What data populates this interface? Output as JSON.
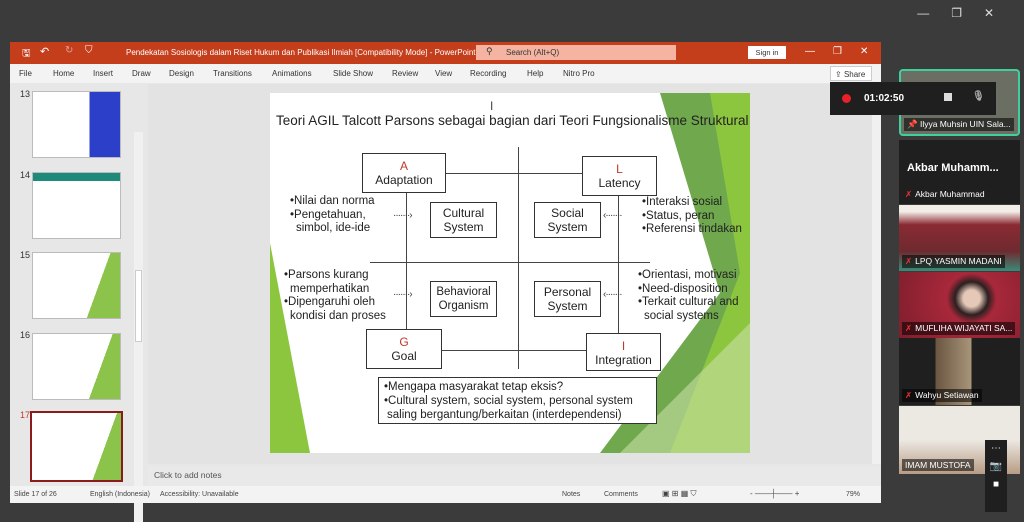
{
  "app": {
    "title": "Pendekatan Sosiologis dalam Riset Hukum dan Publikasi Ilmiah [Compatibility Mode]  -  PowerPoint",
    "search_placeholder": "Search (Alt+Q)",
    "sign_in": "Sign in",
    "share": "Share"
  },
  "menu": [
    "File",
    "Home",
    "Insert",
    "Draw",
    "Design",
    "Transitions",
    "Animations",
    "Slide Show",
    "Review",
    "View",
    "Recording",
    "Help",
    "Nitro Pro"
  ],
  "thumbnails": [
    {
      "num": "13"
    },
    {
      "num": "14"
    },
    {
      "num": "15"
    },
    {
      "num": "16"
    },
    {
      "num": "17",
      "selected": true
    }
  ],
  "slide": {
    "title": "Teori AGIL Talcott Parsons sebagai bagian dari Teori Fungsionalisme Struktural",
    "a": {
      "letter": "A",
      "label": "Adaptation"
    },
    "l": {
      "letter": "L",
      "label": "Latency"
    },
    "g": {
      "letter": "G",
      "label": "Goal"
    },
    "i": {
      "letter": "I",
      "label": "Integration"
    },
    "cultural": [
      "Cultural",
      "System"
    ],
    "social": [
      "Social",
      "System"
    ],
    "behavioral": [
      "Behavioral",
      "Organism"
    ],
    "personal": [
      "Personal",
      "System"
    ],
    "top_left": [
      "•Nilai dan norma",
      "•Pengetahuan,",
      "simbol, ide-ide"
    ],
    "top_right": [
      "•Interaksi sosial",
      "•Status, peran",
      "•Referensi tindakan"
    ],
    "bottom_left": [
      "•Parsons kurang",
      "memperhatikan",
      "•Dipengaruhi oleh",
      "kondisi dan proses"
    ],
    "bottom_right": [
      "•Orientasi, motivasi",
      "•Need-disposition",
      "•Terkait cultural and",
      "social systems"
    ],
    "summary": [
      "•Mengapa masyarakat tetap eksis?",
      "•Cultural system, social system, personal system",
      "saling bergantung/berkaitan (interdependensi)"
    ]
  },
  "notes_placeholder": "Click to add notes",
  "status": {
    "slide": "Slide 17 of 26",
    "language": "English (Indonesia)",
    "accessibility": "Accessibility: Unavailable",
    "notes": "Notes",
    "comments": "Comments",
    "zoom": "79%"
  },
  "meeting": {
    "timer": "01:02:50",
    "participants": [
      {
        "name": "Ilyya Muhsin UIN Sala..."
      },
      {
        "name": "Akbar Muhammad",
        "heading": "Akbar  Muhamm..."
      },
      {
        "name": "LPQ YASMIN MADANI"
      },
      {
        "name": "MUFLIHA WIJAYATI SA..."
      },
      {
        "name": "Wahyu Setiawan"
      },
      {
        "name": "IMAM MUSTOFA"
      }
    ]
  },
  "colors": {
    "accent": "#c43e1c",
    "green": "#7ab648",
    "record": "#e8202a"
  }
}
